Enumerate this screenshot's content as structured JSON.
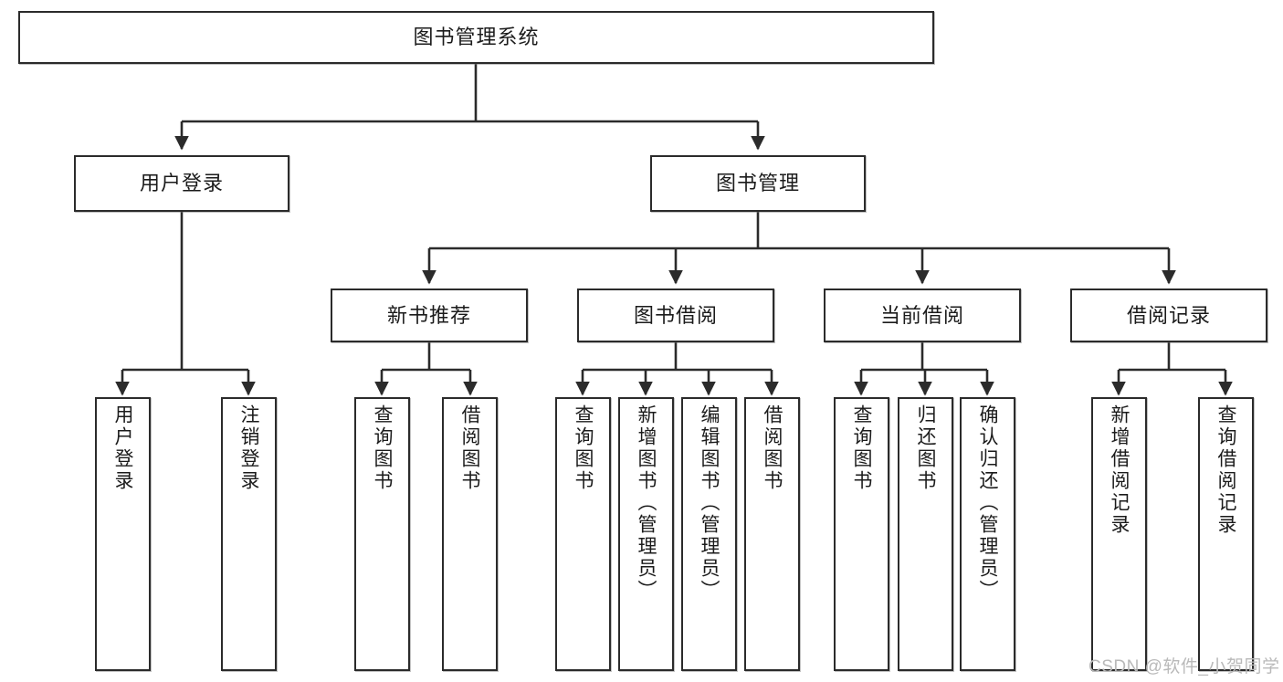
{
  "diagram": {
    "title": "图书管理系统",
    "type": "tree-hierarchy-chart",
    "watermark": "CSDN @软件_小贺同学",
    "colors": {
      "border": "#2b2b2b",
      "background": "#ffffff",
      "text": "#1b1b1b",
      "watermark": "#b9b9b9"
    },
    "root": {
      "label": "图书管理系统"
    },
    "level2": [
      {
        "label": "用户登录"
      },
      {
        "label": "图书管理"
      }
    ],
    "level3": [
      {
        "label": "新书推荐"
      },
      {
        "label": "图书借阅"
      },
      {
        "label": "当前借阅"
      },
      {
        "label": "借阅记录"
      }
    ],
    "leaves": {
      "user_login": [
        {
          "label": "用户登录"
        },
        {
          "label": "注销登录"
        }
      ],
      "new_book_recommend": [
        {
          "label": "查询图书"
        },
        {
          "label": "借阅图书"
        }
      ],
      "book_borrow": [
        {
          "label": "查询图书"
        },
        {
          "label": "新增图书（管理员）"
        },
        {
          "label": "编辑图书（管理员）"
        },
        {
          "label": "借阅图书"
        }
      ],
      "current_borrow": [
        {
          "label": "查询图书"
        },
        {
          "label": "归还图书"
        },
        {
          "label": "确认归还（管理员）"
        }
      ],
      "borrow_record": [
        {
          "label": "新增借阅记录"
        },
        {
          "label": "查询借阅记录"
        }
      ]
    }
  }
}
